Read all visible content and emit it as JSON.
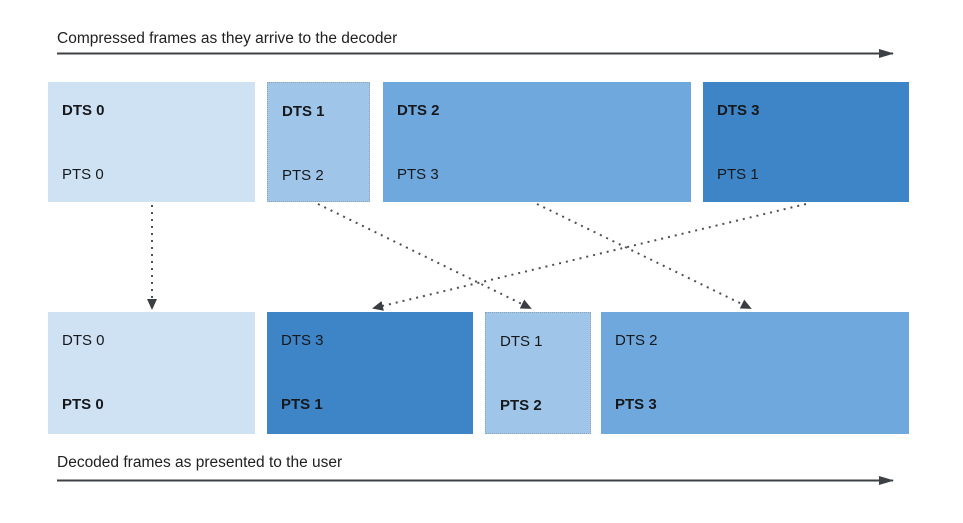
{
  "diagram": {
    "top_axis_label": "Compressed frames as they arrive to the decoder",
    "bottom_axis_label": "Decoded frames as presented to the user"
  },
  "top_row": {
    "name": "compressed-frames",
    "frames": [
      {
        "dts": "DTS 0",
        "pts": "PTS 0",
        "color": "#cfe2f3"
      },
      {
        "dts": "DTS 1",
        "pts": "PTS 2",
        "color": "#9fc5e8"
      },
      {
        "dts": "DTS 2",
        "pts": "PTS 3",
        "color": "#6fa8dc"
      },
      {
        "dts": "DTS 3",
        "pts": "PTS 1",
        "color": "#3d85c6"
      }
    ]
  },
  "bottom_row": {
    "name": "decoded-frames",
    "frames": [
      {
        "dts": "DTS 0",
        "pts": "PTS 0",
        "color": "#cfe2f3"
      },
      {
        "dts": "DTS 3",
        "pts": "PTS 1",
        "color": "#3d85c6"
      },
      {
        "dts": "DTS 1",
        "pts": "PTS 2",
        "color": "#9fc5e8"
      },
      {
        "dts": "DTS 2",
        "pts": "PTS 3",
        "color": "#6fa8dc"
      }
    ]
  },
  "connectors": [
    {
      "from": "compressed DTS 0",
      "to": "decoded PTS 0"
    },
    {
      "from": "compressed DTS 1",
      "to": "decoded PTS 2"
    },
    {
      "from": "compressed DTS 2",
      "to": "decoded PTS 3"
    },
    {
      "from": "compressed DTS 3",
      "to": "decoded PTS 1"
    }
  ],
  "colors": {
    "frame_lightest": "#cfe2f3",
    "frame_light": "#9fc5e8",
    "frame_medium": "#6fa8dc",
    "frame_dark": "#3d85c6",
    "axis_line": "#3d4045",
    "connector_dots": "#4d5156",
    "text": "#212121"
  }
}
